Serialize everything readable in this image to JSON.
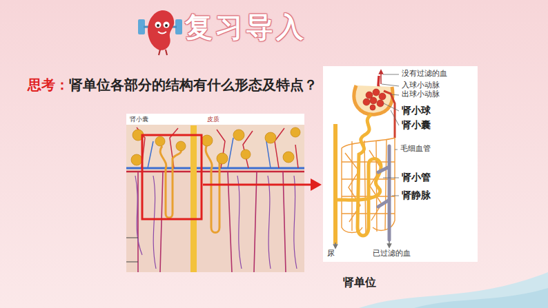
{
  "diagram": {
    "title": "复习导入",
    "caption": "肾单位",
    "labels": [
      "思考：",
      "肾单位各部分的结构有什么形态及特点？",
      "肾小囊",
      "皮质",
      "没有过滤的血",
      "入球小动脉",
      "出球小动脉",
      "肾小球",
      "肾小囊",
      "毛细血管",
      "肾小管",
      "肾静脉",
      "尿",
      "已过滤的血"
    ]
  }
}
